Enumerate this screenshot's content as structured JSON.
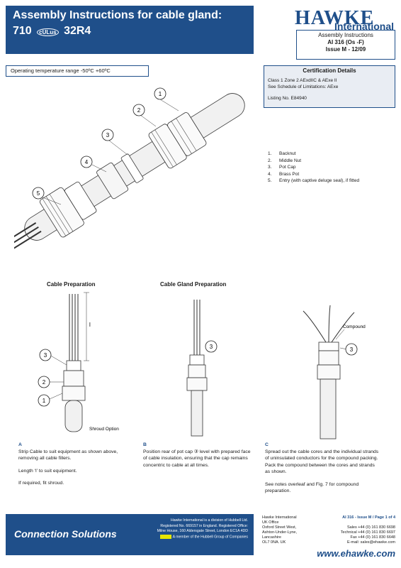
{
  "header": {
    "title_line1": "Assembly Instructions for cable gland:",
    "title_line2_a": "710",
    "title_line2_b": "32R4",
    "logo_main": "HAWKE",
    "logo_sub": "International",
    "ai_line1": "Assembly Instructions",
    "ai_line2": "AI 316 (Os -F)",
    "ai_line3": "Issue M - 12/09"
  },
  "operating_temp": "Operating temperature range -50ºC +60ºC",
  "certification": {
    "heading": "Certification Details",
    "line1": "Class 1 Zone 2 AExdIIC & AExe II",
    "line2": "See Schedule of Limitations: AExe",
    "line3": "Listing No. E84940"
  },
  "parts": [
    {
      "num": "1.",
      "label": "Backnut"
    },
    {
      "num": "2.",
      "label": "Middle Nut"
    },
    {
      "num": "3.",
      "label": "Pot Cap"
    },
    {
      "num": "4.",
      "label": "Brass Pot"
    },
    {
      "num": "5.",
      "label": "Entry (with captive deluge seal), if fitted"
    }
  ],
  "callouts_top": [
    "1",
    "2",
    "3",
    "4",
    "5"
  ],
  "sections": {
    "cable_prep": "Cable Preparation",
    "gland_prep": "Cable Gland Preparation",
    "compound_label": "Compound",
    "shroud_label": "Shroud Option",
    "l_label": "l"
  },
  "steps": {
    "a": {
      "letter": "A",
      "l1": "Strip Cable to suit equipment as shown above,",
      "l2": "removing all cable fillers.",
      "l3": "Length ‘l’ to suit equipment.",
      "l4": "If required, fit shroud."
    },
    "b": {
      "letter": "B",
      "l1": "Position rear of pot cap ③ level with prepared face",
      "l2": "of cable insulation, ensuring that the cap remains",
      "l3": "concentric to cable at all times."
    },
    "c": {
      "letter": "C",
      "l1": "Spread out the cable cores and the individual strands",
      "l2": "of uninsulated conductors for the compound packing.",
      "l3": "Pack the compound between the cores and strands",
      "l4": "as shown.",
      "l5": "See notes overleaf and Fig. 7 for compound",
      "l6": "preparation."
    }
  },
  "footer": {
    "brand": "Connection Solutions",
    "legal1": "Hawke International is a division of Hubbell Ltd.",
    "legal2": "Registered No. 669157 in England. Registered Office:",
    "legal3": "Milne House, 160 Aldersgate Street, London EC1A 4DD",
    "legal4": "A member of the Hubbell Group of Companies",
    "addr1": "Hawke International",
    "addr2": "UK Office",
    "addr3": "Oxford Street West,",
    "addr4": "Ashton-Under-Lyne,",
    "addr5": "Lancashire",
    "addr6": "OL7 0NA. UK",
    "page": "AI 316 - Issue M / Page 1 of 4",
    "sales": "Sales +44 (0) 161 830 6698",
    "tech": "Technical +44 (0) 161 830 6697",
    "fax": "Fax +44 (0) 161 830 6648",
    "email": "E-mail: sales@ehawke.com",
    "web": "www.ehawke.com"
  },
  "colors": {
    "brand_blue": "#1f4f8a",
    "cert_bg": "#e9edf3"
  }
}
